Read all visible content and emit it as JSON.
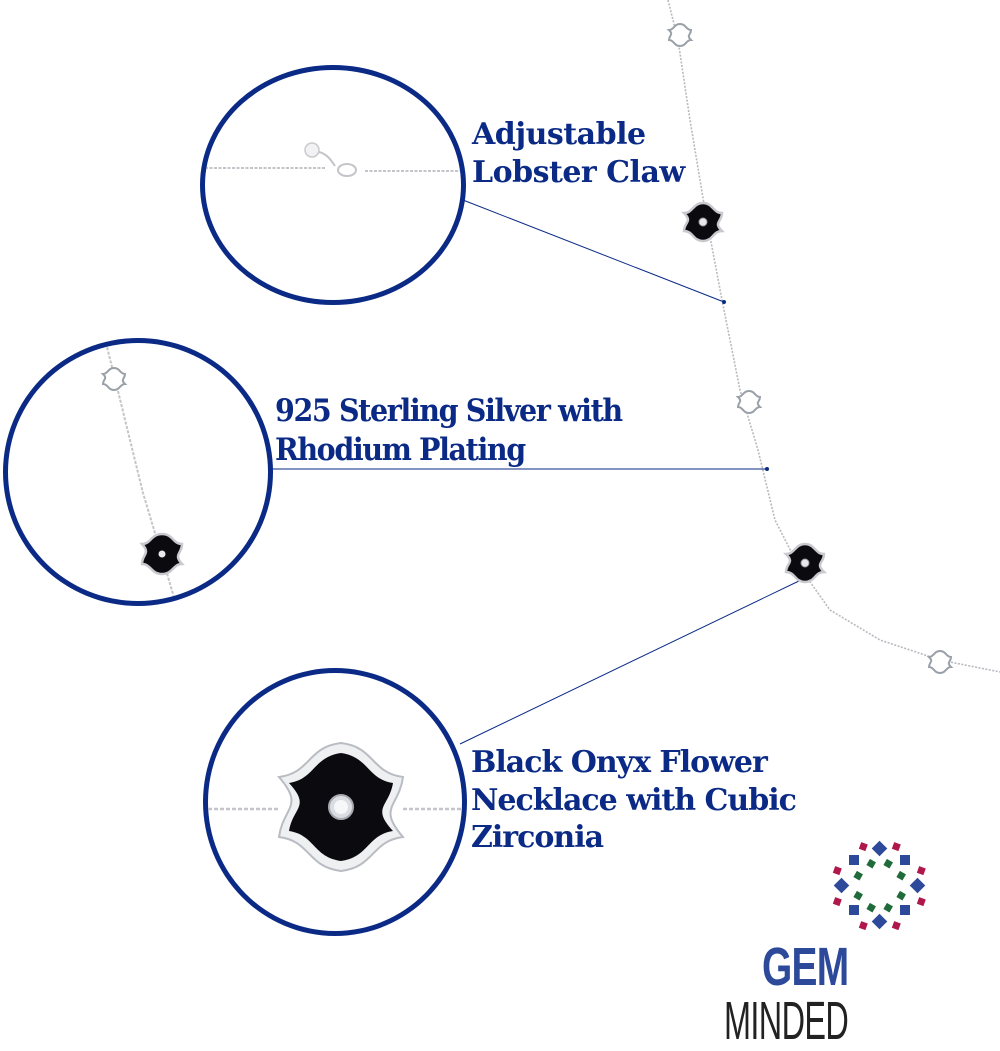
{
  "callouts": [
    {
      "id": "lobster-claw",
      "lines": [
        "Adjustable",
        "Lobster Claw"
      ]
    },
    {
      "id": "silver",
      "lines": [
        "925 Sterling Silver with",
        "Rhodium Plating"
      ]
    },
    {
      "id": "onyx",
      "lines": [
        "Black Onyx Flower",
        "Necklace with Cubic",
        "Zirconia"
      ]
    }
  ],
  "brand": {
    "name_bold": "GEM",
    "name_light": "MINDED"
  },
  "colors": {
    "accent": "#0a2a86",
    "onyx": "#0b0b0f",
    "silver": "#c9c9cf",
    "logo_blue": "#2d4a9a",
    "logo_green": "#1f6b3a",
    "logo_red": "#b0174a"
  }
}
